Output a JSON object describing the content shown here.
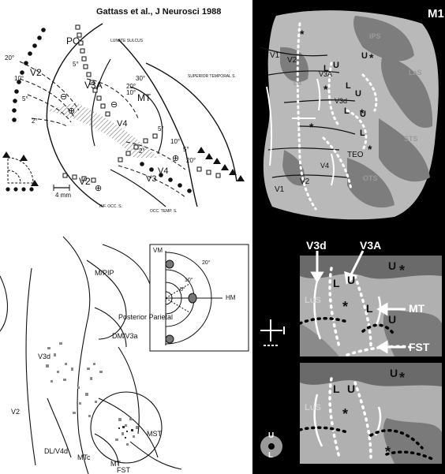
{
  "citation": "Gattass et al., J Neurosci 1988",
  "panel_id": "M1",
  "top_left": {
    "areas": [
      "PO",
      "V2",
      "V3A",
      "V4",
      "MT",
      "V2",
      "V3",
      "V4"
    ],
    "sulci": [
      "LUNATE SULCUS",
      "SUPERIOR TEMPORAL S.",
      "INF. OCC. S.",
      "OCC. TEMP. S."
    ],
    "ecc": [
      "20°",
      "10°",
      "5°",
      "2°",
      "5°",
      "30°",
      "20°",
      "10°",
      "5°",
      "10°",
      "20°",
      "2°",
      "5°"
    ],
    "scale": "4 mm",
    "signs": [
      "⊖",
      "⊕",
      "⊕",
      "⊖",
      "⊕"
    ]
  },
  "top_right": {
    "areas": [
      "IPS",
      "LaS",
      "STS",
      "OTS",
      "V1",
      "V2",
      "V3A",
      "V3d",
      "V4",
      "TEO",
      "V2",
      "V1",
      "Lu"
    ],
    "markers": [
      "U",
      "L",
      "U",
      "L",
      "U",
      "L",
      "U",
      "L",
      "*",
      "*",
      "*",
      "*",
      "*",
      "*"
    ]
  },
  "bottom_left": {
    "areas": [
      "V3d",
      "M/PIP",
      "Posterior Parietal",
      "DM/V3a",
      "V2",
      "DL/V4d",
      "MTc",
      "MT",
      "MST",
      "FST"
    ],
    "inset": {
      "vm": "VM",
      "hm": "HM",
      "ecc": [
        "20°",
        "10°",
        "5°"
      ]
    }
  },
  "bottom_right": {
    "top_callouts": [
      "V3d",
      "V3A"
    ],
    "side_callouts": [
      "MT",
      "FST"
    ],
    "markers1": [
      "L",
      "U",
      "U",
      "L",
      "U",
      "*",
      "*"
    ],
    "markers2": [
      "U",
      "L",
      "U",
      "*",
      "*",
      "*"
    ],
    "lus": [
      "LuS",
      "LuS"
    ],
    "legend_letters": [
      "U",
      "L"
    ]
  },
  "colors": {
    "cortex_dark": "#7d7d7d",
    "cortex_light": "#b9b9b9",
    "ink": "#111111",
    "hatch": "#999999"
  }
}
